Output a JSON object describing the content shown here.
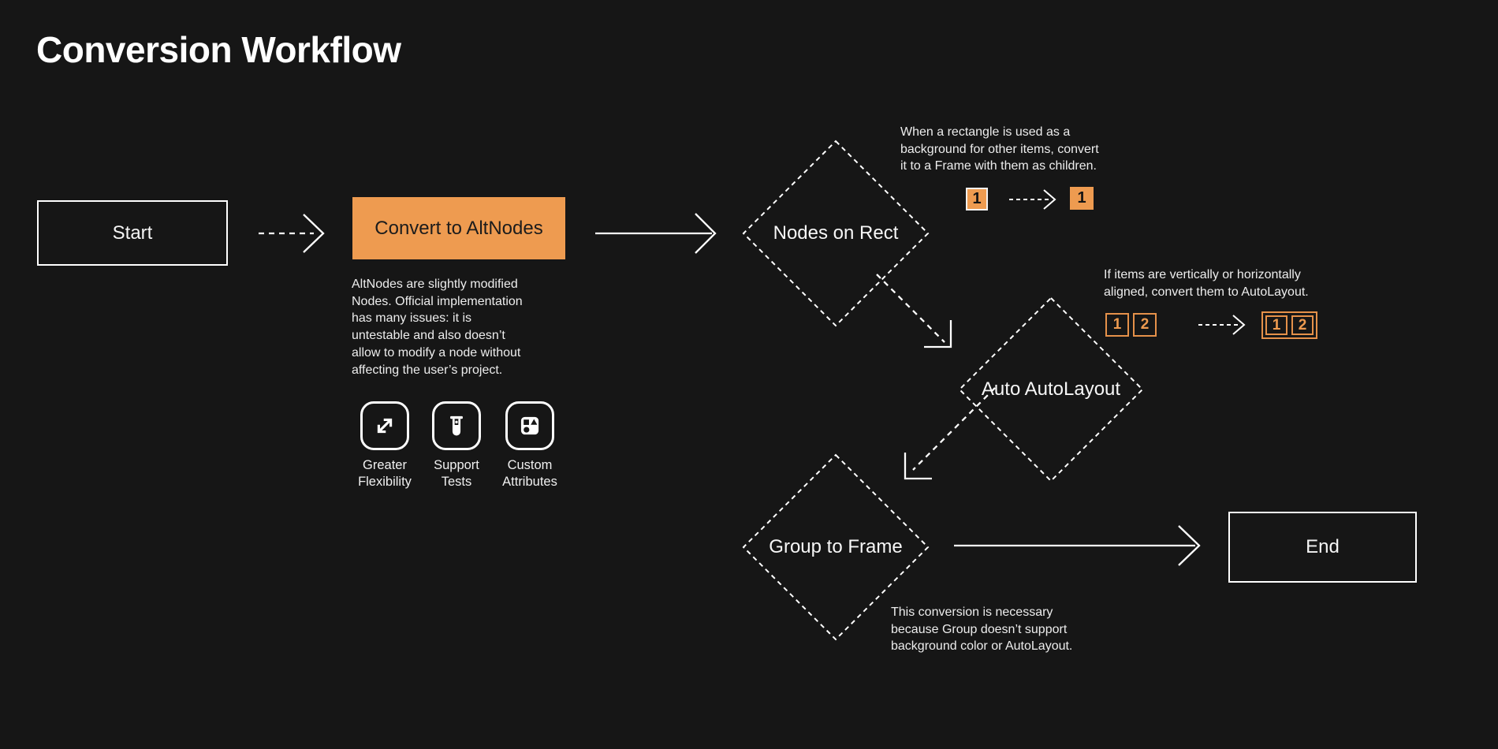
{
  "title": "Conversion Workflow",
  "colors": {
    "background": "#161616",
    "foreground": "#ffffff",
    "accent": "#ee9b50",
    "text_on_accent": "#1c1c1c"
  },
  "flow": {
    "start": {
      "label": "Start",
      "shape": "rectangle"
    },
    "convert_to_altnodes": {
      "label": "Convert to AltNodes",
      "shape": "rectangle-filled"
    },
    "nodes_on_rect": {
      "label": "Nodes on Rect",
      "shape": "diamond-dashed"
    },
    "auto_autolayout": {
      "label": "Auto AutoLayout",
      "shape": "diamond-dashed"
    },
    "group_to_frame": {
      "label": "Group to Frame",
      "shape": "diamond-dashed"
    },
    "end": {
      "label": "End",
      "shape": "rectangle"
    }
  },
  "altnodes_note": {
    "lines": [
      "AltNodes are slightly modified",
      "Nodes. Official implementation",
      "has many issues: it is",
      "untestable and also doesn’t",
      "allow to modify a node without",
      "affecting the user’s project."
    ]
  },
  "benefits": [
    {
      "icon": "expand-arrows-icon",
      "label_lines": [
        "Greater",
        "Flexibility"
      ]
    },
    {
      "icon": "test-tube-icon",
      "label_lines": [
        "Support",
        "Tests"
      ]
    },
    {
      "icon": "shapes-icon",
      "label_lines": [
        "Custom",
        "Attributes"
      ]
    }
  ],
  "annotations": {
    "nodes_on_rect": {
      "lines": [
        "When a rectangle is used as a",
        "background for other items, convert",
        "it to a Frame with them as children."
      ]
    },
    "auto_autolayout": {
      "lines": [
        "If items are vertically or horizontally",
        "aligned, convert them to AutoLayout."
      ]
    },
    "group_to_frame": {
      "lines": [
        "This conversion is necessary",
        "because Group doesn’t support",
        "background color or AutoLayout."
      ]
    }
  },
  "mini": {
    "rect_before": "1",
    "rect_after": "1",
    "align_before": [
      "1",
      "2"
    ],
    "align_after": [
      "1",
      "2"
    ]
  }
}
